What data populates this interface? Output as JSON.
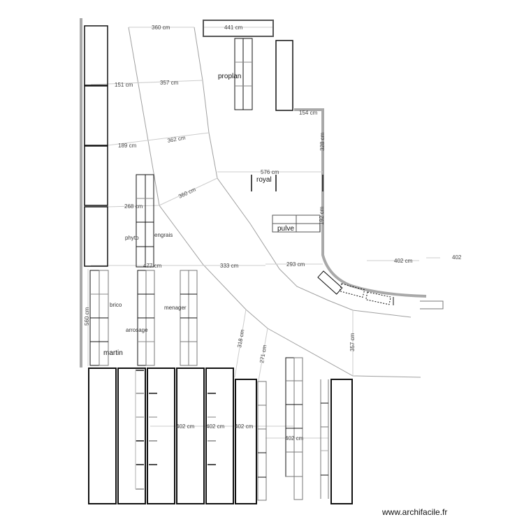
{
  "app": {
    "watermark": "www.archifacile.fr"
  },
  "labels": {
    "proplan": "proplan",
    "royal": "royal",
    "pulve": "pulve",
    "phyto": "phyto",
    "engrais": "engrais",
    "brico": "brico",
    "menager": "menager",
    "arrosage": "arrosage",
    "martin": "martin"
  },
  "dimensions": {
    "d360_top": "360 cm",
    "d441": "441 cm",
    "d151": "151 cm",
    "d357_a": "357 cm",
    "d154": "154 cm",
    "d328": "328 cm",
    "d189": "189 cm",
    "d362": "362 cm",
    "d576": "576 cm",
    "d268": "268 cm",
    "d360_mid": "360 cm",
    "d192": "192 cm",
    "d477": "477 cm",
    "d333": "333 cm",
    "d293": "293 cm",
    "d402_right": "402 cm",
    "d402_edge": "402",
    "d560": "560 cm",
    "d318": "318 cm",
    "d271": "271 cm",
    "d357_b": "357 cm",
    "d402_b1": "402 cm",
    "d402_b2": "402 cm",
    "d402_b3": "402 cm",
    "d402_b4": "402 cm"
  },
  "colors": {
    "wall": "#a9a9a9",
    "shelf": "#111111",
    "dimline": "#cccccc",
    "aisle": "#999999"
  }
}
